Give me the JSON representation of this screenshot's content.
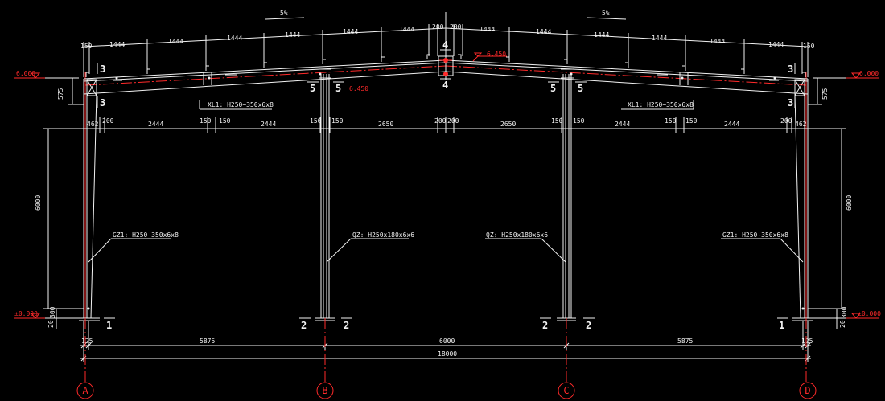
{
  "roof": {
    "slope_left": "5%",
    "slope_right": "5%",
    "purlin_spacing_left": [
      "1444",
      "1444",
      "1444",
      "1444",
      "1444",
      "1444"
    ],
    "purlin_spacing_right": [
      "1444",
      "1444",
      "1444",
      "1444",
      "1444",
      "1444"
    ],
    "edge_left": "150",
    "edge_right": "150",
    "ridge_left": "200",
    "ridge_right": "200",
    "ridge_elevation": "6.450",
    "beam_elevation": "6.450"
  },
  "elevations": {
    "eave_left": "6.000",
    "eave_right": "6.000",
    "ground_left": "±0.000",
    "ground_right": "±0.000"
  },
  "beams": {
    "left_label": "XL1: H250~350x6x8",
    "right_label": "XL1: H250~350x6x8"
  },
  "columns": {
    "gz1_left": "GZ1: H250~350x6x8",
    "qz_b": "QZ: H250x180x6x6",
    "qz_c": "QZ: H250x180x6x6",
    "gz1_right": "GZ1: H250~350x6x8"
  },
  "segments": [
    "462",
    "200",
    "2444",
    "150",
    "150",
    "2444",
    "150",
    "150",
    "2650",
    "200",
    "200",
    "2650",
    "150",
    "150",
    "2444",
    "150",
    "150",
    "2444",
    "200",
    "462"
  ],
  "heights": {
    "haunch_left": "575",
    "haunch_right": "575",
    "column_left": "6000",
    "column_right": "6000",
    "base_left": "300",
    "base_right": "300",
    "plate_left": "20",
    "plate_right": "20"
  },
  "section_marks": {
    "s1_left": "1",
    "s2_b_left": "2",
    "s2_b_right": "2",
    "s2_c_left": "2",
    "s2_c_right": "2",
    "s1_right": "1",
    "s3_top_left": "3",
    "s3_bottom_left": "3",
    "s3_top_right": "3",
    "s3_bottom_right": "3",
    "s4_top": "4",
    "s4_bottom": "4",
    "s5_b_left": "5",
    "s5_b_right": "5",
    "s5_c_left": "5",
    "s5_c_right": "5"
  },
  "bays": {
    "offset_left": "125",
    "bay_ab": "5875",
    "bay_bc": "6000",
    "bay_cd": "5875",
    "offset_right": "125",
    "total": "18000"
  },
  "axes": [
    "A",
    "B",
    "C",
    "D"
  ]
}
